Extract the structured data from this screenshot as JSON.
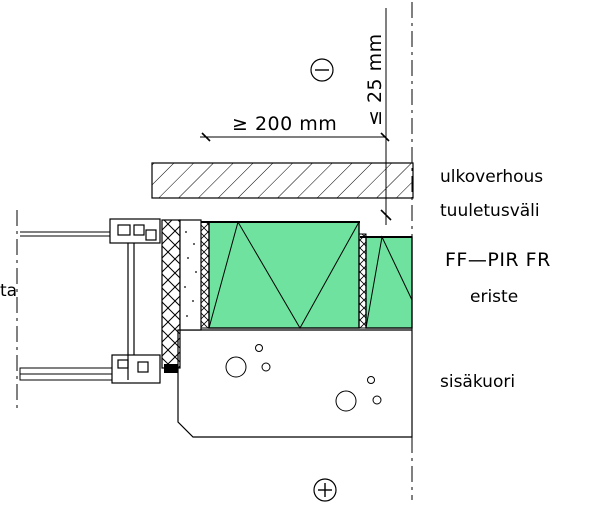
{
  "symbols": {
    "outside": "⊖",
    "inside": "⊕"
  },
  "dimensions": {
    "width": "≥ 200  mm",
    "gap": "≤ 25  mm"
  },
  "labels": {
    "cladding": "ulkoverhous",
    "ventilation_gap": "tuuletusväli",
    "insulation_title": "FF—PIR  FR",
    "insulation_sub": "eriste",
    "inner_shell": "sisäkuori",
    "left_cut": "ta"
  },
  "colors": {
    "insulation": "#6fe2a0",
    "dimension_red": "#e0201a",
    "line": "#000000"
  }
}
